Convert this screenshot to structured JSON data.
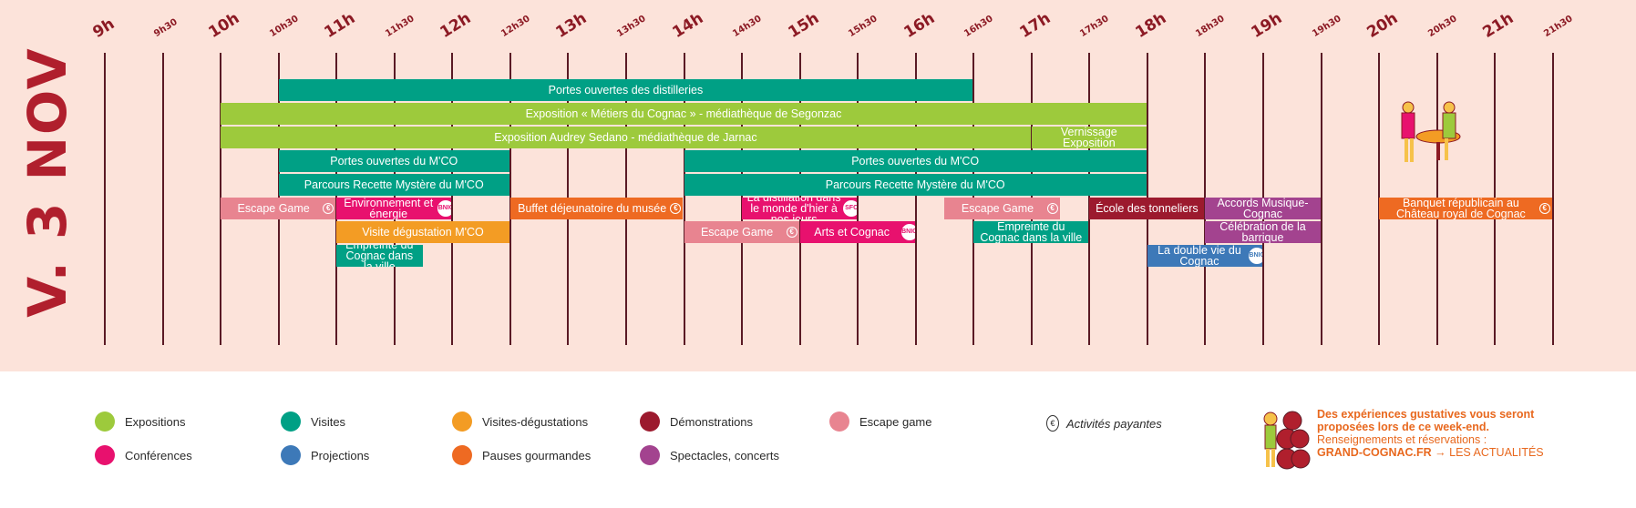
{
  "day_label": "V. 3 NOV",
  "hours": [
    "9h",
    "9h30",
    "10h",
    "10h30",
    "11h",
    "11h30",
    "12h",
    "12h30",
    "13h",
    "13h30",
    "14h",
    "14h30",
    "15h",
    "15h30",
    "16h",
    "16h30",
    "17h",
    "17h30",
    "18h",
    "18h30",
    "19h",
    "19h30",
    "20h",
    "20h30",
    "21h",
    "21h30"
  ],
  "category_colors": {
    "expositions": "#9dca3c",
    "visites": "#00a085",
    "visites_degustations": "#f39c24",
    "demonstrations": "#9c1a2e",
    "escape_game": "#e88490",
    "conferences": "#e8116e",
    "projections": "#3d79b8",
    "pauses_gourmandes": "#ee6a22",
    "spectacles": "#a3438f"
  },
  "events": [
    {
      "label": "Portes ouvertes des distilleries",
      "start": 10.5,
      "end": 16.5,
      "row": 0,
      "category": "visites"
    },
    {
      "label": "Exposition « Métiers du Cognac » - médiathèque de Segonzac",
      "start": 10,
      "end": 18,
      "row": 1,
      "category": "expositions"
    },
    {
      "label": "Exposition Audrey Sedano - médiathèque de Jarnac",
      "start": 10,
      "end": 17,
      "row": 2,
      "category": "expositions"
    },
    {
      "label": "Vernissage Exposition",
      "start": 17,
      "end": 18,
      "row": 2,
      "category": "expositions"
    },
    {
      "label": "Portes ouvertes du M'CO",
      "start": 10.5,
      "end": 12.5,
      "row": 3,
      "category": "visites"
    },
    {
      "label": "Portes ouvertes du M'CO",
      "start": 14,
      "end": 18,
      "row": 3,
      "category": "visites"
    },
    {
      "label": "Parcours Recette Mystère du M'CO",
      "start": 10.5,
      "end": 12.5,
      "row": 4,
      "category": "visites"
    },
    {
      "label": "Parcours Recette Mystère du M'CO",
      "start": 14,
      "end": 18,
      "row": 4,
      "category": "visites"
    },
    {
      "label": "Escape Game",
      "start": 10,
      "end": 11,
      "row": 5,
      "category": "escape_game",
      "badge": "€"
    },
    {
      "label": "Environnement et énergie",
      "start": 11,
      "end": 12,
      "row": 5,
      "category": "conferences",
      "badge": "BNIC"
    },
    {
      "label": "Buffet déjeunatoire du musée",
      "start": 12.5,
      "end": 14,
      "row": 5,
      "category": "pauses_gourmandes",
      "badge": "€"
    },
    {
      "label": "La distillation dans le monde d'hier à nos jours",
      "start": 14.5,
      "end": 15.5,
      "row": 5,
      "category": "conferences",
      "badge": "SFC"
    },
    {
      "label": "Escape Game",
      "start": 16.25,
      "end": 17.25,
      "row": 5,
      "category": "escape_game",
      "badge": "€"
    },
    {
      "label": "École des tonneliers",
      "start": 17.5,
      "end": 18.5,
      "row": 5,
      "category": "demonstrations"
    },
    {
      "label": "Accords Musique-Cognac",
      "start": 18.5,
      "end": 19.5,
      "row": 5,
      "category": "spectacles"
    },
    {
      "label": "Banquet républicain au Château royal de Cognac",
      "start": 20,
      "end": 21.5,
      "row": 5,
      "category": "pauses_gourmandes",
      "badge": "€"
    },
    {
      "label": "Visite dégustation M'CO",
      "start": 11,
      "end": 12.5,
      "row": 6,
      "category": "visites_degustations"
    },
    {
      "label": "Escape Game",
      "start": 14,
      "end": 15,
      "row": 6,
      "category": "escape_game",
      "badge": "€"
    },
    {
      "label": "Arts et Cognac",
      "start": 15,
      "end": 16,
      "row": 6,
      "category": "conferences",
      "badge": "BNIC"
    },
    {
      "label": "Empreinte du Cognac dans la ville",
      "start": 16.5,
      "end": 17.5,
      "row": 6,
      "category": "visites"
    },
    {
      "label": "Célébration de la barrique",
      "start": 18.5,
      "end": 19.5,
      "row": 6,
      "category": "spectacles"
    },
    {
      "label": "Empreinte du Cognac dans la ville",
      "start": 11,
      "end": 11.75,
      "row": 7,
      "category": "visites"
    },
    {
      "label": "La double vie du Cognac",
      "start": 18,
      "end": 19,
      "row": 7,
      "category": "projections",
      "badge": "BNIC"
    }
  ],
  "legend": [
    {
      "label": "Expositions",
      "category": "expositions"
    },
    {
      "label": "Visites",
      "category": "visites"
    },
    {
      "label": "Visites-dégustations",
      "category": "visites_degustations"
    },
    {
      "label": "Démonstrations",
      "category": "demonstrations"
    },
    {
      "label": "Escape game",
      "category": "escape_game"
    },
    {
      "label": "Conférences",
      "category": "conferences"
    },
    {
      "label": "Projections",
      "category": "projections"
    },
    {
      "label": "Pauses gourmandes",
      "category": "pauses_gourmandes"
    },
    {
      "label": "Spectacles, concerts",
      "category": "spectacles"
    }
  ],
  "paid_label": "Activités payantes",
  "info": {
    "line1": "Des expériences gustatives vous seront",
    "line2": "proposées lors de ce week-end.",
    "line3": "Renseignements et réservations :",
    "link_strong": "GRAND-COGNAC.FR",
    "link_rest": " → LES ACTUALITÉS"
  }
}
